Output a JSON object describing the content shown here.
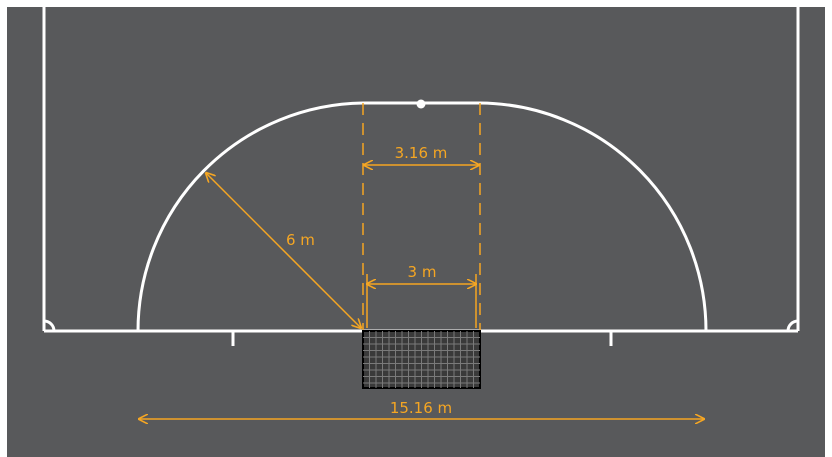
{
  "colors": {
    "court": "#58595b",
    "line": "#ffffff",
    "dimension": "#f5a623",
    "goal_frame": "#000000",
    "goal_net": "#777777"
  },
  "labels": {
    "radius": "6 m",
    "outer_width": "3.16 m",
    "goal_width": "3 m",
    "area_width": "15.16 m"
  }
}
